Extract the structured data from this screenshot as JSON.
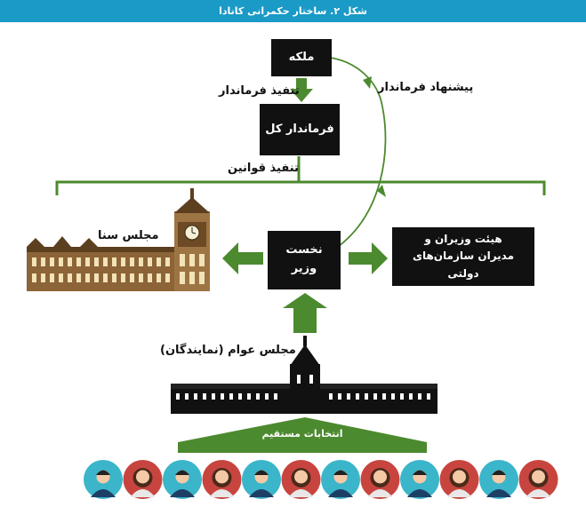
{
  "figure": {
    "title": "شکل ۲. ساختار حکمرانی کانادا"
  },
  "nodes": {
    "queen": "ملکه",
    "governor_general": "فرماندار کل",
    "prime_minister": "نخست وزیر",
    "cabinet": "هیئت وزیران و مدیران سازمان‌های دولتی"
  },
  "labels": {
    "execute_governor": "تنفیذ فرماندار",
    "governor_proposal": "پیشنهاد فرماندار",
    "execute_laws": "تنفیذ قوانین",
    "senate": "مجلس سنا",
    "house_of_commons": "مجلس عوام (نمایندگان)",
    "direct_elections": "انتخابات مستقیم"
  },
  "colors": {
    "title_bg": "#1a9ac6",
    "box_bg": "#111111",
    "arrow_green": "#4c8a2f",
    "citizen_teal": "#3bb5c9",
    "citizen_red": "#c8453f"
  },
  "citizens": [
    "male",
    "female",
    "male",
    "female",
    "male",
    "female",
    "male",
    "female",
    "male",
    "female",
    "male",
    "female"
  ]
}
